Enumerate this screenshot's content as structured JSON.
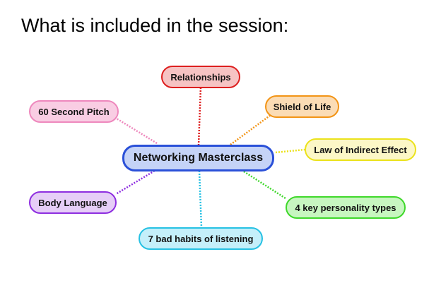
{
  "title": "What is included in the session:",
  "center": {
    "label": "Networking Masterclass",
    "fill": "#c5d3f7",
    "border": "#2a50d8"
  },
  "branches": [
    {
      "id": "relationships",
      "label": "Relationships",
      "fill": "#f6c3c3",
      "border": "#dd1f1f"
    },
    {
      "id": "shield-of-life",
      "label": "Shield of Life",
      "fill": "#fbdcb5",
      "border": "#f29416"
    },
    {
      "id": "law-of-indirect-effect",
      "label": "Law of Indirect Effect",
      "fill": "#fcf7c7",
      "border": "#ebe21c"
    },
    {
      "id": "4-key-personality-types",
      "label": "4 key personality types",
      "fill": "#c7f6c0",
      "border": "#3fd82b"
    },
    {
      "id": "7-bad-habits-of-listening",
      "label": "7 bad habits of listening",
      "fill": "#c4effa",
      "border": "#27c1e3"
    },
    {
      "id": "body-language",
      "label": "Body Language",
      "fill": "#e6cef7",
      "border": "#8e2ee0"
    },
    {
      "id": "60-second-pitch",
      "label": "60 Second Pitch",
      "fill": "#f9cde3",
      "border": "#ee88bd"
    }
  ]
}
